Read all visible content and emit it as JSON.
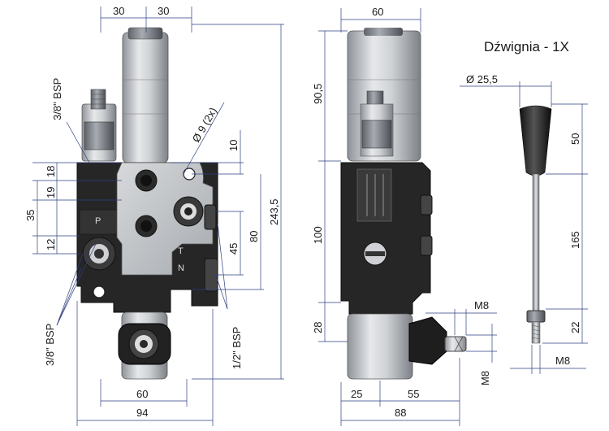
{
  "drawing": {
    "title": "Dźwignia - 1X",
    "labels": {
      "top_30_left": "30",
      "top_30_right": "30",
      "thread_top": "3/8\" BSP",
      "diam_9": "Ø 9 (2x)",
      "d18": "18",
      "d19": "19",
      "d35": "35",
      "d12": "12",
      "d10": "10",
      "d45": "45",
      "d80": "80",
      "d243": "243,5",
      "thread_bottom_left": "3/8\" BSP",
      "thread_bottom_right": "1/2\" BSP",
      "bottom_60": "60",
      "bottom_94": "94",
      "side_60": "60",
      "side_90": "90,5",
      "side_100": "100",
      "side_28": "28",
      "side_25": "25",
      "side_55": "55",
      "side_88": "88",
      "m8_top": "M8",
      "m8_side": "M8",
      "lever_diam": "Ø 25,5",
      "lever_50": "50",
      "lever_165": "165",
      "lever_22": "22",
      "lever_m8": "M8",
      "port_p": "P",
      "port_t": "T",
      "port_n": "N"
    }
  }
}
